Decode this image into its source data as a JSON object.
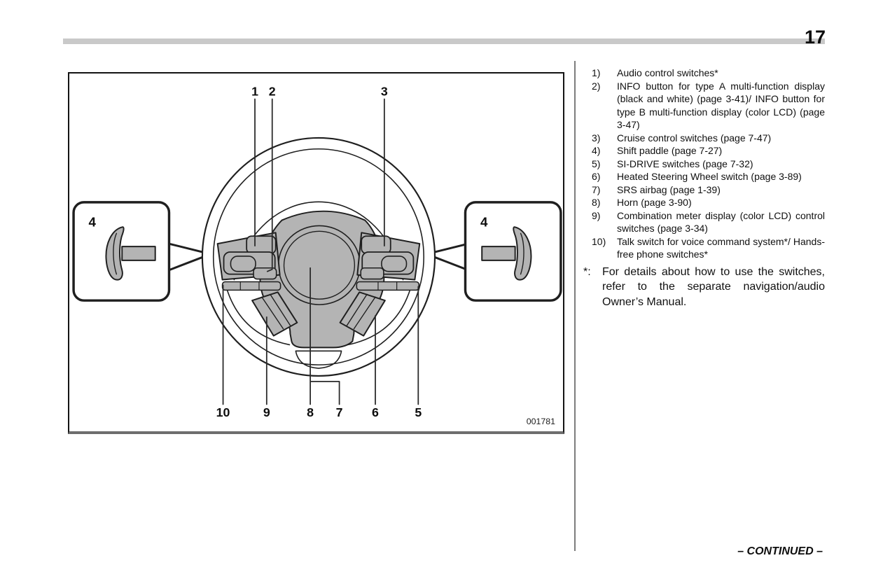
{
  "page": {
    "number": "17",
    "footer": "– CONTINUED –"
  },
  "colors": {
    "diagram_gray": "#b4b4b4",
    "top_bar_gray": "#c9c9c9",
    "divider_gray": "#7d7d7d",
    "line_black": "#1f1f1f"
  },
  "diagram": {
    "figure_code": "001781",
    "inset_left_label": "4",
    "inset_right_label": "4",
    "callouts_top": [
      "1",
      "2",
      "3"
    ],
    "callouts_bottom": [
      "10",
      "9",
      "8",
      "7",
      "6",
      "5"
    ]
  },
  "legend": {
    "items": [
      {
        "num": "1)",
        "text": "Audio control switches*"
      },
      {
        "num": "2)",
        "text": "INFO button for type A multi-function display (black and white) (page 3-41)/ INFO button for type B multi-function display (color LCD) (page 3-47)"
      },
      {
        "num": "3)",
        "text": "Cruise control switches (page 7-47)"
      },
      {
        "num": "4)",
        "text": "Shift paddle (page 7-27)"
      },
      {
        "num": "5)",
        "text": "SI-DRIVE switches (page 7-32)"
      },
      {
        "num": "6)",
        "text": "Heated Steering Wheel switch (page 3-89)"
      },
      {
        "num": "7)",
        "text": "SRS airbag (page 1-39)"
      },
      {
        "num": "8)",
        "text": "Horn (page 3-90)"
      },
      {
        "num": "9)",
        "text": "Combination meter display (color LCD) control switches (page 3-34)"
      },
      {
        "num": "10)",
        "text": "Talk switch for voice command system*/ Hands-free phone switches*"
      }
    ],
    "note": {
      "marker": "*:",
      "text": "For details about how to use the switches, refer to the separate navigation/audio Owner’s Manual."
    }
  }
}
